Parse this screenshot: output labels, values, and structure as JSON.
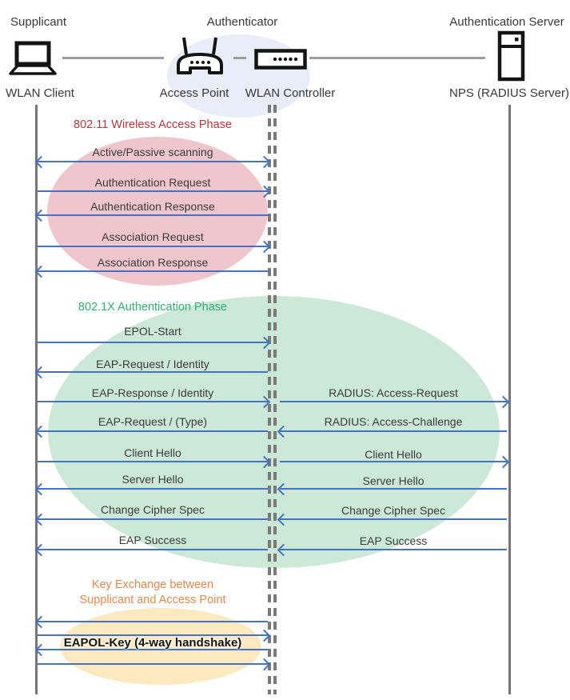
{
  "diagram_title": "WLAN 802.1X authentication sequence",
  "style": {
    "arrow_color": "#4472c4",
    "lifeline_color": "#767676",
    "message_label_color": "#3b3b3b",
    "authenticator_halo_color": "#e9edf7"
  },
  "actors": {
    "supplicant": {
      "role": "Supplicant",
      "device": "WLAN Client",
      "icon": "laptop-icon"
    },
    "authenticator": {
      "role": "Authenticator",
      "devices": [
        {
          "label": "Access Point",
          "icon": "access-point-icon"
        },
        {
          "label": "WLAN Controller",
          "icon": "wlan-controller-icon"
        }
      ]
    },
    "auth_server": {
      "role": "Authentication Server",
      "device": "NPS (RADIUS Server)",
      "icon": "server-icon"
    }
  },
  "phases": [
    {
      "title": "802.11 Wireless Access Phase",
      "title_color": "#b23940",
      "ellipse_color": "#efc6cc",
      "messages": [
        {
          "label": "Active/Passive scanning",
          "lane": "client-controller",
          "direction": "both"
        },
        {
          "label": "Authentication Request",
          "lane": "client-controller",
          "direction": "right"
        },
        {
          "label": "Authentication Response",
          "lane": "client-controller",
          "direction": "left"
        },
        {
          "label": "Association Request",
          "lane": "client-controller",
          "direction": "right"
        },
        {
          "label": "Association Response",
          "lane": "client-controller",
          "direction": "left"
        }
      ]
    },
    {
      "title": "802.1X Authentication Phase",
      "title_color": "#2fae72",
      "ellipse_color": "#cbe9d6",
      "messages": [
        {
          "label": "EPOL-Start",
          "lane": "client-controller",
          "direction": "right"
        },
        {
          "label": "EAP-Request / Identity",
          "lane": "client-controller",
          "direction": "left"
        },
        {
          "label": "EAP-Response / Identity",
          "lane": "client-controller",
          "direction": "right"
        },
        {
          "label": "RADIUS: Access-Request",
          "lane": "controller-server",
          "direction": "right"
        },
        {
          "label": "EAP-Request / (Type)",
          "lane": "client-controller",
          "direction": "left"
        },
        {
          "label": "RADIUS: Access-Challenge",
          "lane": "controller-server",
          "direction": "left"
        },
        {
          "label": "Client Hello",
          "lane": "client-controller",
          "direction": "right"
        },
        {
          "label": "Client Hello",
          "lane": "controller-server",
          "direction": "right"
        },
        {
          "label": "Server Hello",
          "lane": "client-controller",
          "direction": "left"
        },
        {
          "label": "Server Hello",
          "lane": "controller-server",
          "direction": "left"
        },
        {
          "label": "Change Cipher Spec",
          "lane": "client-controller",
          "direction": "left"
        },
        {
          "label": "Change Cipher Spec",
          "lane": "controller-server",
          "direction": "left"
        },
        {
          "label": "EAP Success",
          "lane": "client-controller",
          "direction": "left"
        },
        {
          "label": "EAP Success",
          "lane": "controller-server",
          "direction": "left"
        }
      ]
    },
    {
      "title_line1": "Key Exchange between",
      "title_line2": "Supplicant and Access Point",
      "title_color": "#e0884e",
      "ellipse_color": "#fce9c0",
      "handshake_label": "EAPOL-Key (4-way handshake)",
      "arrows": [
        {
          "lane": "client-controller",
          "direction": "left"
        },
        {
          "lane": "client-controller",
          "direction": "right"
        },
        {
          "lane": "client-controller",
          "direction": "left"
        },
        {
          "lane": "client-controller",
          "direction": "right"
        }
      ]
    }
  ]
}
